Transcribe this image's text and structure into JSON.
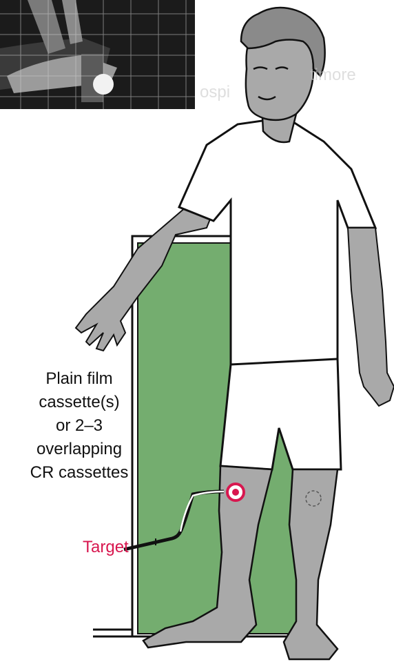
{
  "labels": {
    "cassette_lines": [
      "Plain film",
      "cassette(s)",
      "or 2–3",
      "overlapping",
      "CR cassettes"
    ],
    "target": "Target"
  },
  "watermarks": [
    "ospi",
    "timore"
  ],
  "colors": {
    "cassette_green": "#74ad6f",
    "skin_gray": "#a9a9a9",
    "target_red": "#d8174f",
    "xray_dark": "#1b1b1b",
    "outline": "#111111"
  },
  "icons": {
    "target_marker": "bullseye-circle-icon",
    "knee_reference": "dashed-circle-icon",
    "xray_marker": "white-disc-icon"
  }
}
